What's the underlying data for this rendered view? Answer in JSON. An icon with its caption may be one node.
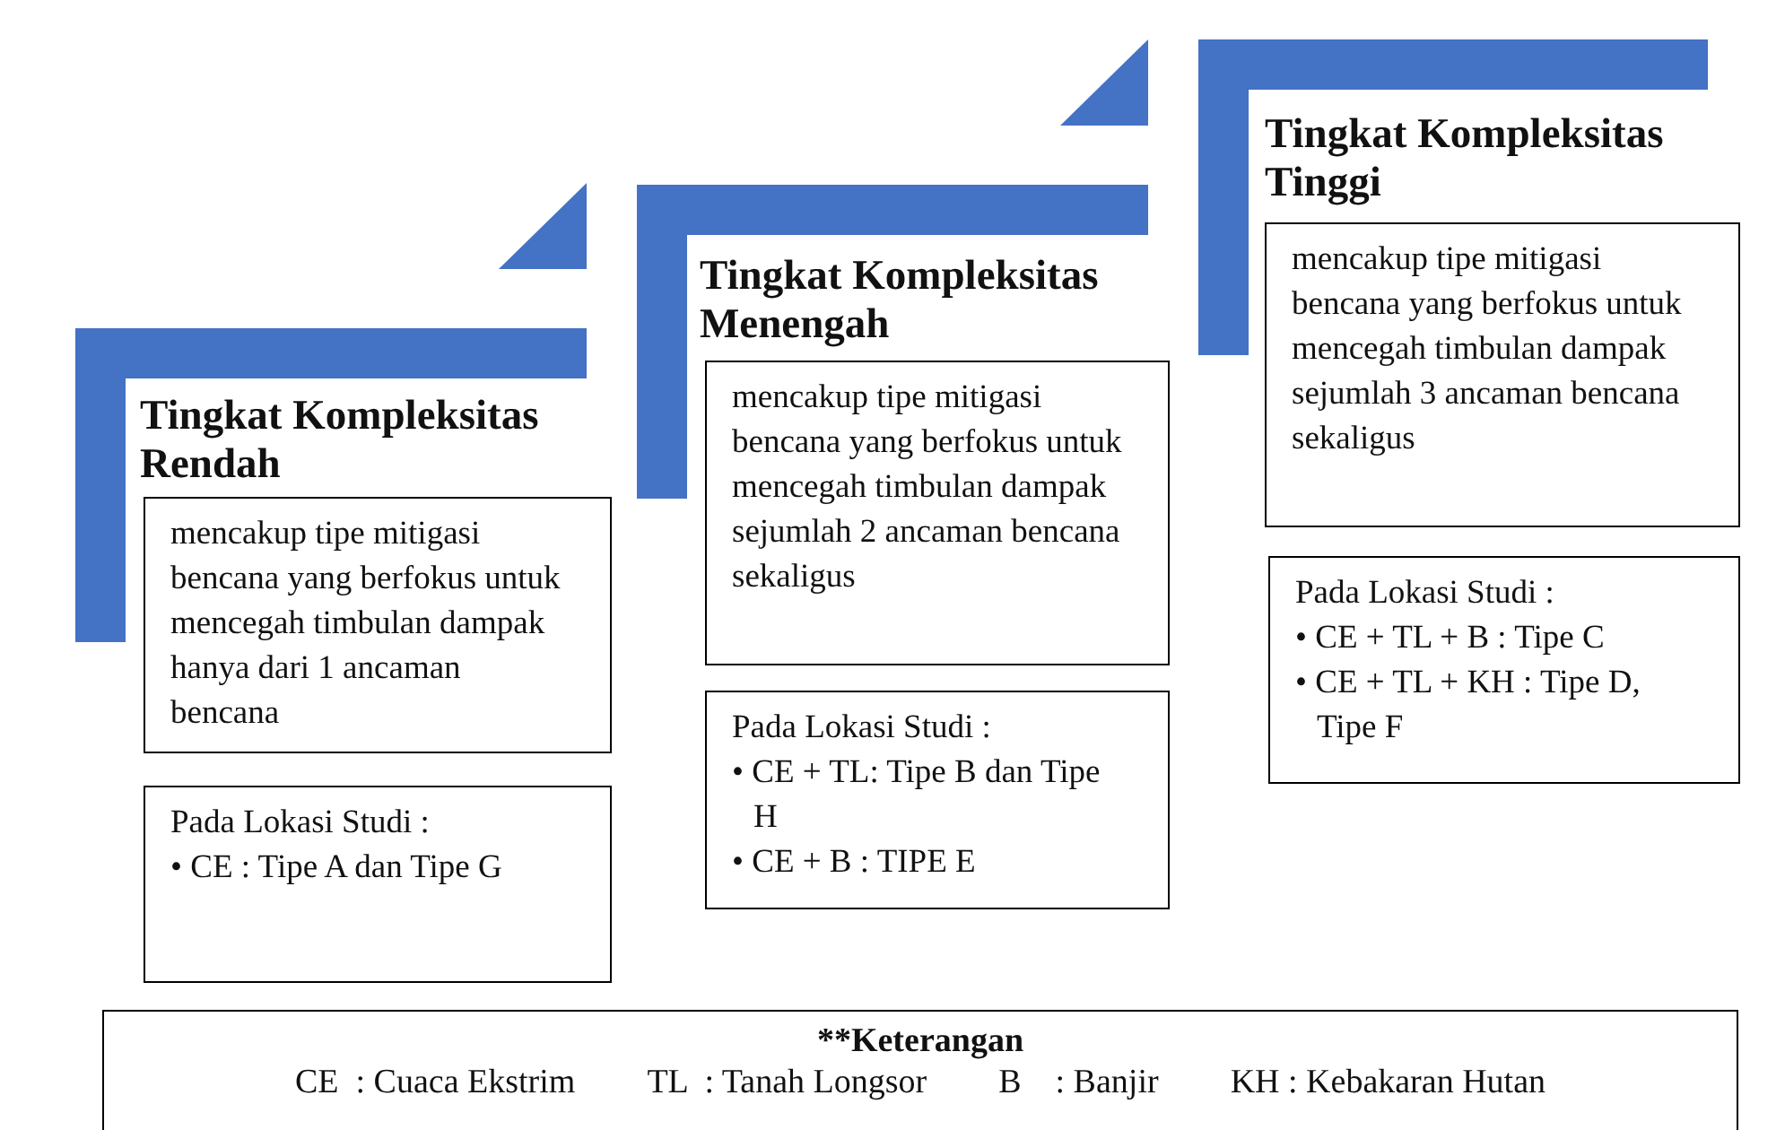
{
  "diagram": {
    "nodes": [
      {
        "text": [
          "Tingkat Kompleksitas Rendah"
        ]
      },
      {
        "text": [
          "mencakup tipe mitigasi bencana yang berfokus untuk mencegah timbulan dampak hanya dari 1 ancaman bencana"
        ]
      },
      {
        "text": [
          "Pada Lokasi Studi :",
          "• CE : Tipe A dan Tipe G"
        ]
      },
      {
        "text": [
          "Tingkat Kompleksitas Menengah"
        ]
      },
      {
        "text": [
          "mencakup tipe mitigasi bencana yang berfokus untuk mencegah timbulan dampak sejumlah 2 ancaman bencana sekaligus"
        ]
      },
      {
        "text": [
          "Pada Lokasi Studi :",
          "• CE + TL: Tipe B dan Tipe H",
          "• CE + B : TIPE E"
        ]
      },
      {
        "text": [
          "Tingkat Kompleksitas Tinggi"
        ]
      },
      {
        "text": [
          "mencakup tipe mitigasi bencana yang berfokus untuk mencegah timbulan dampak sejumlah 3 ancaman bencana sekaligus"
        ]
      },
      {
        "text": [
          "Pada Lokasi Studi :",
          "• CE + TL + B : Tipe C",
          "• CE + TL + KH : Tipe D, Tipe F"
        ]
      },
      {
        "text": [
          "**Keterangan",
          "CE  : Cuaca Ekstrim",
          "TL  : Tanah Longsor",
          "B    : Banjir",
          "KH : Kebakaran Hutan"
        ]
      }
    ],
    "edges": []
  }
}
